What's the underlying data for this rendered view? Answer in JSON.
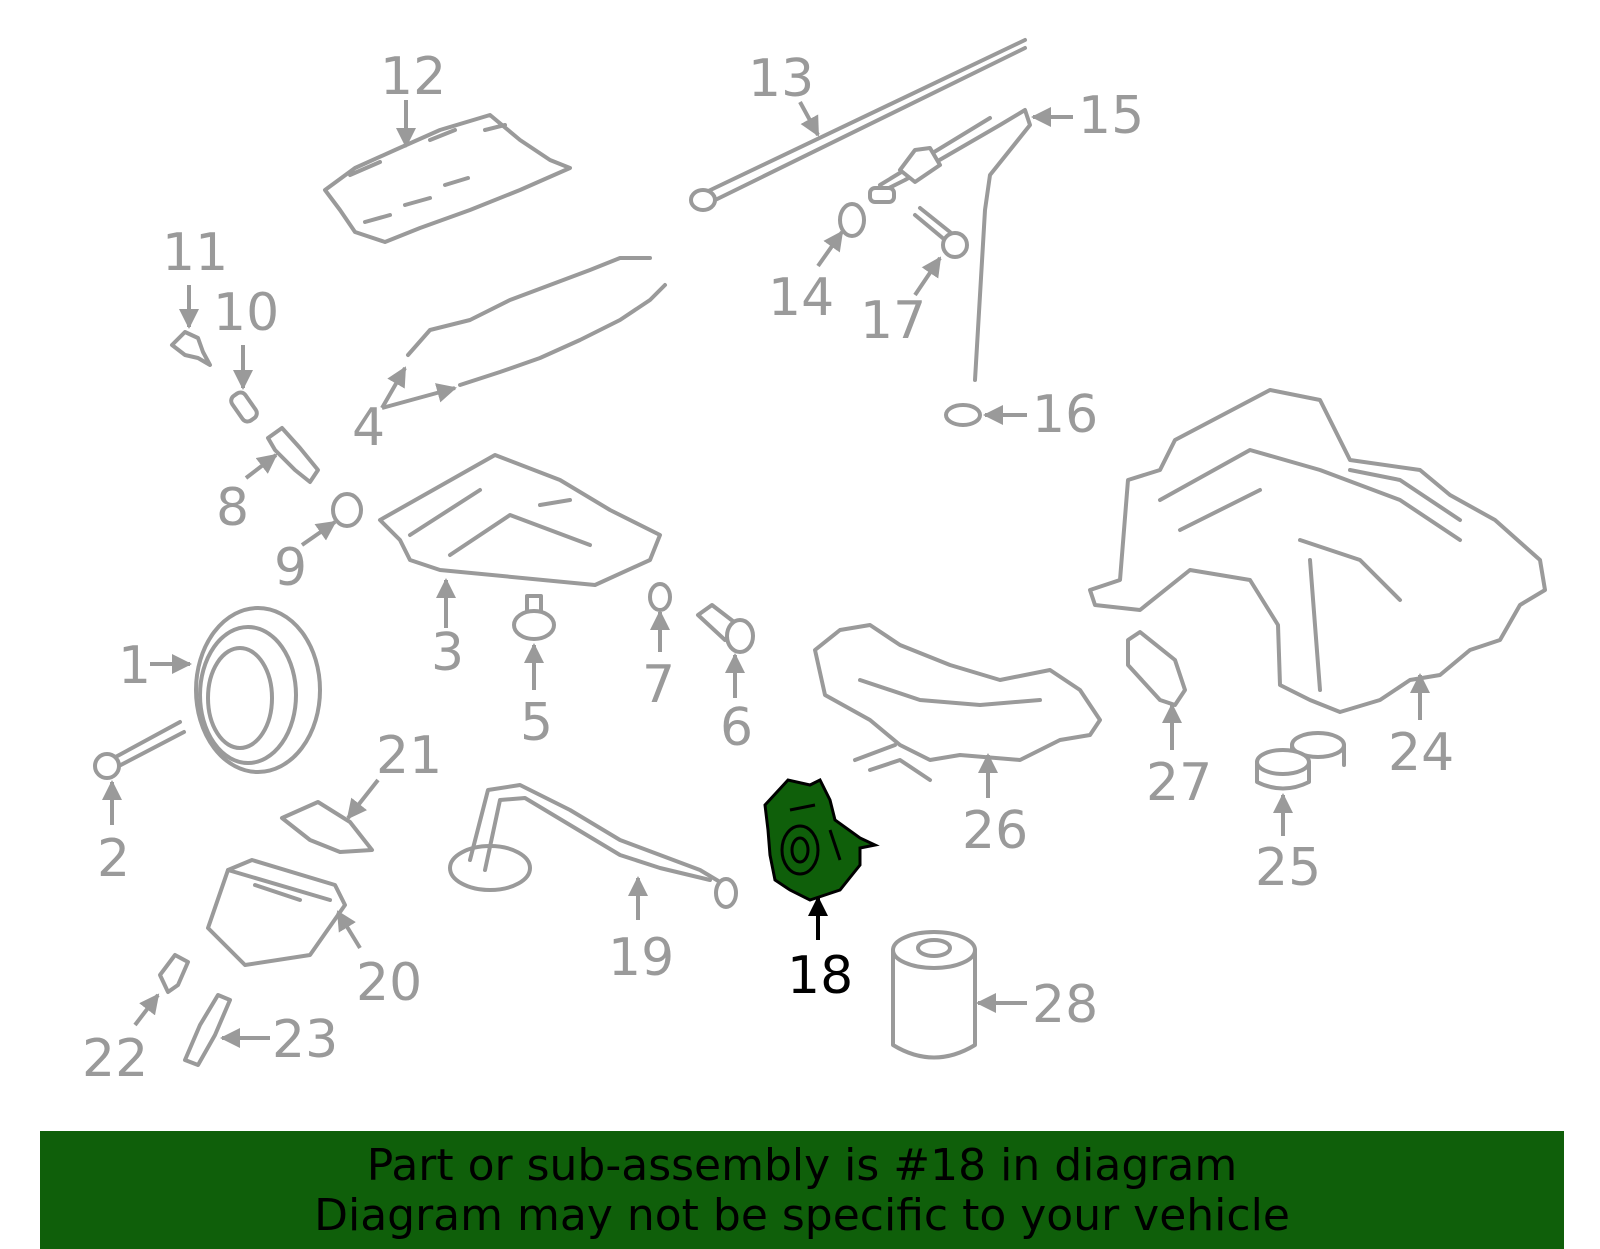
{
  "highlight_color": "#0f5f0a",
  "callout_color": "#9a9a9a",
  "highlight_part": "18",
  "labels": {
    "p1": "1",
    "p2": "2",
    "p3": "3",
    "p4": "4",
    "p5": "5",
    "p6": "6",
    "p7": "7",
    "p8": "8",
    "p9": "9",
    "p10": "10",
    "p11": "11",
    "p12": "12",
    "p13": "13",
    "p14": "14",
    "p15": "15",
    "p16": "16",
    "p17": "17",
    "p18": "18",
    "p19": "19",
    "p20": "20",
    "p21": "21",
    "p22": "22",
    "p23": "23",
    "p24": "24",
    "p25": "25",
    "p26": "26",
    "p27": "27",
    "p28": "28"
  },
  "banner": {
    "line1": "Part or sub-assembly is #18 in diagram",
    "line2": "Diagram may not be specific to your vehicle"
  }
}
